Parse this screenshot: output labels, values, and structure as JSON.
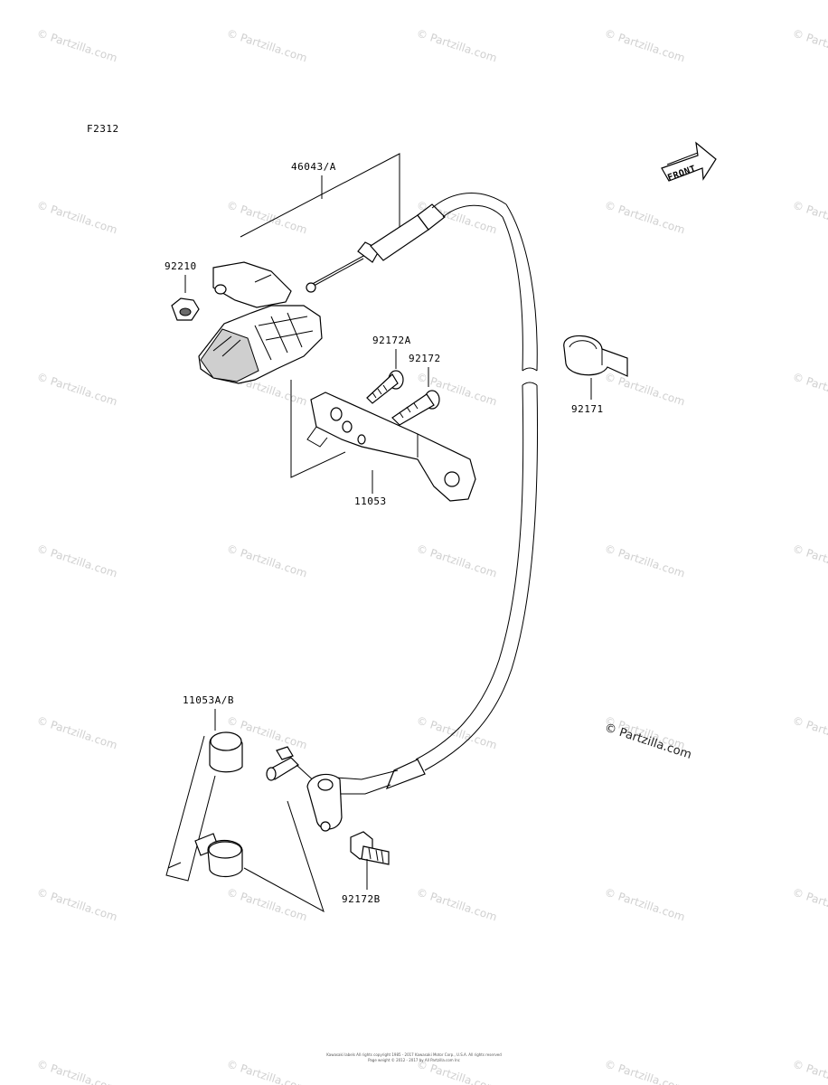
{
  "figure_code": "F2312",
  "front_label": "FRONT",
  "watermark_text": "© Partzilla.com",
  "copyright_line1": "Kawasaki labels All rights copyright 1985 - 2017 Kawasaki Motor Corp., U.S.A. All rights reserved",
  "copyright_line2": "Page weight © 2012 - 2017 by All Partzilla.com Inc",
  "callouts": {
    "p46043": "46043/A",
    "p92210": "92210",
    "p92172A": "92172A",
    "p92172": "92172",
    "p92171": "92171",
    "p11053": "11053",
    "p11053AB": "11053A/B",
    "p92172B": "92172B"
  },
  "colors": {
    "ink": "#000000",
    "watermark": "#d0d0d0",
    "shade": "#cfcfcf"
  }
}
